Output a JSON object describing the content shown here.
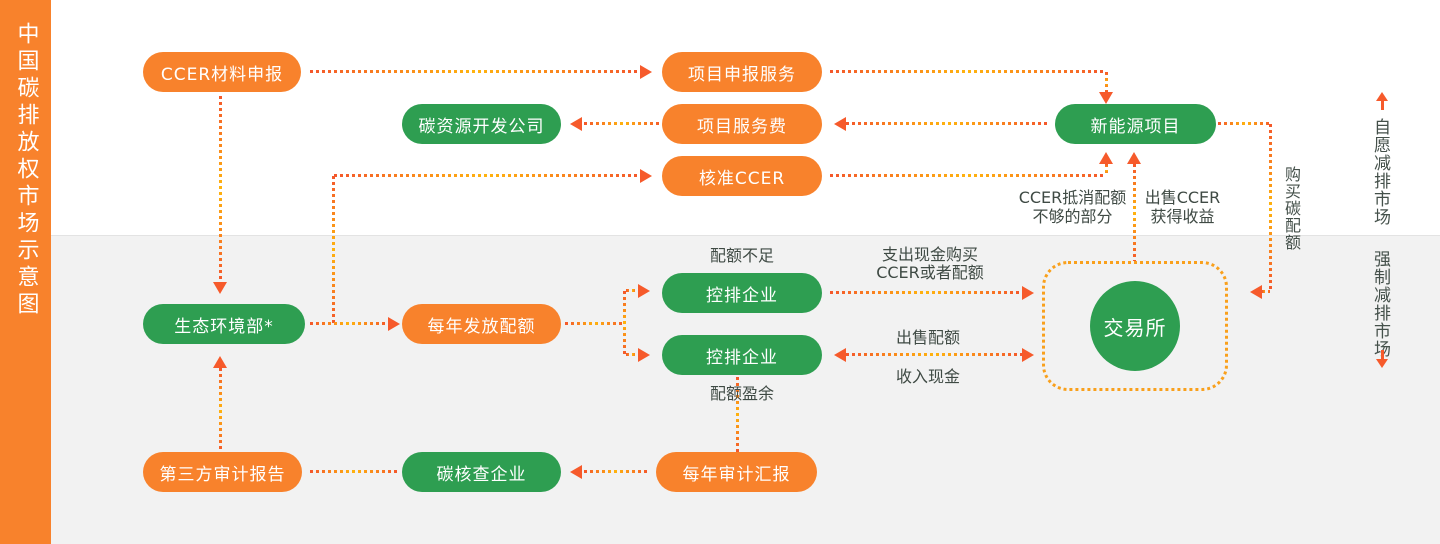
{
  "sidebar": {
    "title": "中国碳排放权市场示意图"
  },
  "nodes": {
    "ccer_material": {
      "label": "CCER材料申报"
    },
    "project_apply": {
      "label": "项目申报服务"
    },
    "carbon_dev_co": {
      "label": "碳资源开发公司"
    },
    "project_fee": {
      "label": "项目服务费"
    },
    "approved_ccer": {
      "label": "核准CCER"
    },
    "new_energy": {
      "label": "新能源项目"
    },
    "ministry": {
      "label": "生态环境部*"
    },
    "annual_quota": {
      "label": "每年发放配额"
    },
    "controlled_short": {
      "label": "控排企业"
    },
    "controlled_surplus": {
      "label": "控排企业"
    },
    "exchange": {
      "label": "交易所"
    },
    "third_party_report": {
      "label": "第三方审计报告"
    },
    "carbon_verifier": {
      "label": "碳核查企业"
    },
    "annual_audit": {
      "label": "每年审计汇报"
    }
  },
  "labels": {
    "quota_short": "配额不足",
    "quota_surplus": "配额盈余",
    "pay_cash": "支出现金购买\nCCER或者配额",
    "sell_quota": "出售配额",
    "income_cash": "收入现金",
    "ccer_offset": "CCER抵消配额\n不够的部分",
    "sell_ccer": "出售CCER\n获得收益",
    "buy_quota": "购买碳配额",
    "voluntary_market": "自愿减排市场",
    "mandatory_market": "强制减排市场"
  },
  "colors": {
    "node_orange": "#F8822C",
    "node_green": "#2E9E51",
    "arrowhead": "#F65A2B",
    "dot_orange": "#F4572B",
    "dot_yellow": "#FFB30E",
    "label_text": "#3F4A44",
    "lower_background": "#F2F2F2",
    "divider": "#E3E3E3"
  }
}
